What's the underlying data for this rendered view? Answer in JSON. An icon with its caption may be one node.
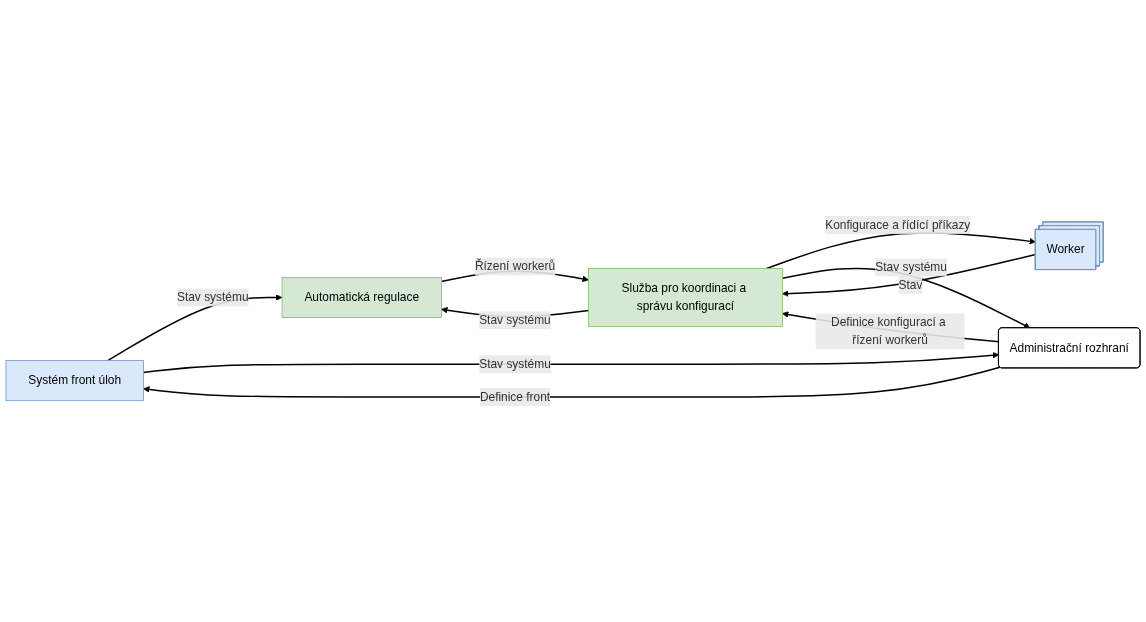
{
  "diagram": {
    "nodes": [
      {
        "text": [
          "Systém front úloh"
        ]
      },
      {
        "text": [
          "Automatická regulace"
        ]
      },
      {
        "text": [
          "Služba pro koordinaci a správu konfigurací"
        ]
      },
      {
        "text": [
          "Worker"
        ]
      },
      {
        "text": [
          "Administrační rozhraní"
        ]
      }
    ],
    "edges": [
      {
        "from": 0,
        "to": 1,
        "arrow": "to",
        "label": "Stav systému"
      },
      {
        "from": 0,
        "to": 4,
        "arrow": "to",
        "label": "Stav systému"
      },
      {
        "from": 4,
        "to": 0,
        "arrow": "to",
        "label": "Definice front"
      },
      {
        "from": 2,
        "to": 1,
        "arrow": "to",
        "label": "Stav systému"
      },
      {
        "from": 1,
        "to": 2,
        "arrow": "to",
        "label": "Řízení workerů"
      },
      {
        "from": 4,
        "to": 2,
        "arrow": "to",
        "label": "Definice konfigurací a řízení workerů"
      },
      {
        "from": 2,
        "to": 3,
        "arrow": "to",
        "label": "Konfigurace a řídící příkazy"
      },
      {
        "from": 3,
        "to": 2,
        "arrow": "to",
        "label": "Stav"
      },
      {
        "from": 2,
        "to": 4,
        "arrow": "to",
        "label": "Stav systému"
      }
    ]
  }
}
